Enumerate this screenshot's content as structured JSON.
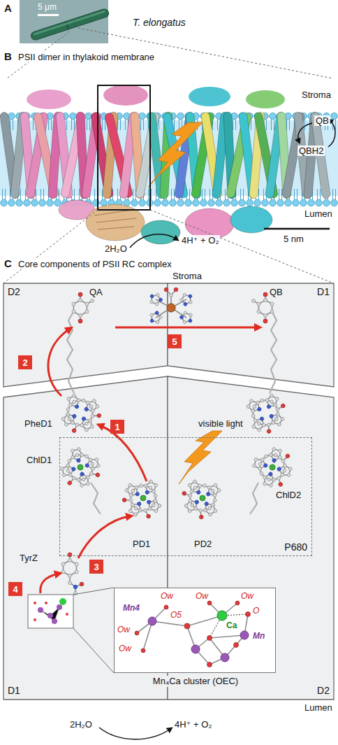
{
  "diagram": {
    "nodes": [
      {
        "text": [
          "D2"
        ]
      },
      {
        "text": [
          "D1"
        ]
      },
      {
        "text": [
          "D1"
        ]
      },
      {
        "text": [
          "D2"
        ]
      },
      {
        "text": [
          "5"
        ]
      },
      {
        "text": [
          "2"
        ],
        "in": 0
      },
      {
        "text": [
          "1"
        ],
        "in": 2
      },
      {
        "text": [
          "3"
        ],
        "in": 2
      },
      {
        "text": [
          "4"
        ],
        "in": 2
      },
      {
        "text": [
          "P680"
        ]
      },
      {
        "text": [
          "Mn₄Ca cluster (OEC)"
        ]
      }
    ],
    "labels": [
      "A",
      "5 μm",
      "T. elongatus",
      "B",
      "PSII dimer in thylakoid membrane",
      "Stroma",
      "QB",
      "QBH2",
      "Lumen",
      "5 nm",
      "4H⁺ + O₂",
      "2H₂O",
      "C",
      "Core components of PSII RC complex",
      "Stroma",
      "QA",
      "QB",
      "PheD1",
      "visible light",
      "ChlD1",
      "ChlD2",
      "PD1",
      "PD2",
      "TyrZ",
      "Ow",
      "Ow",
      "Ow",
      "Mn4",
      "O5",
      "O",
      "Ca",
      "Ow",
      "Mn",
      "Ow",
      "Lumen",
      "2H₂O",
      "4H⁺ + O₂"
    ]
  }
}
